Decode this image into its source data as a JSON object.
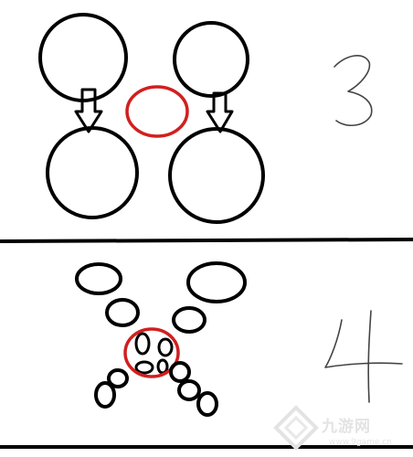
{
  "panels": [
    {
      "label": "3"
    },
    {
      "label": "4"
    }
  ],
  "watermark": {
    "text": "九游网",
    "url": "www.9game.cn"
  },
  "colors": {
    "ink": "#000000",
    "highlight": "#d11f1f",
    "watermark": "#e3e3e3"
  }
}
